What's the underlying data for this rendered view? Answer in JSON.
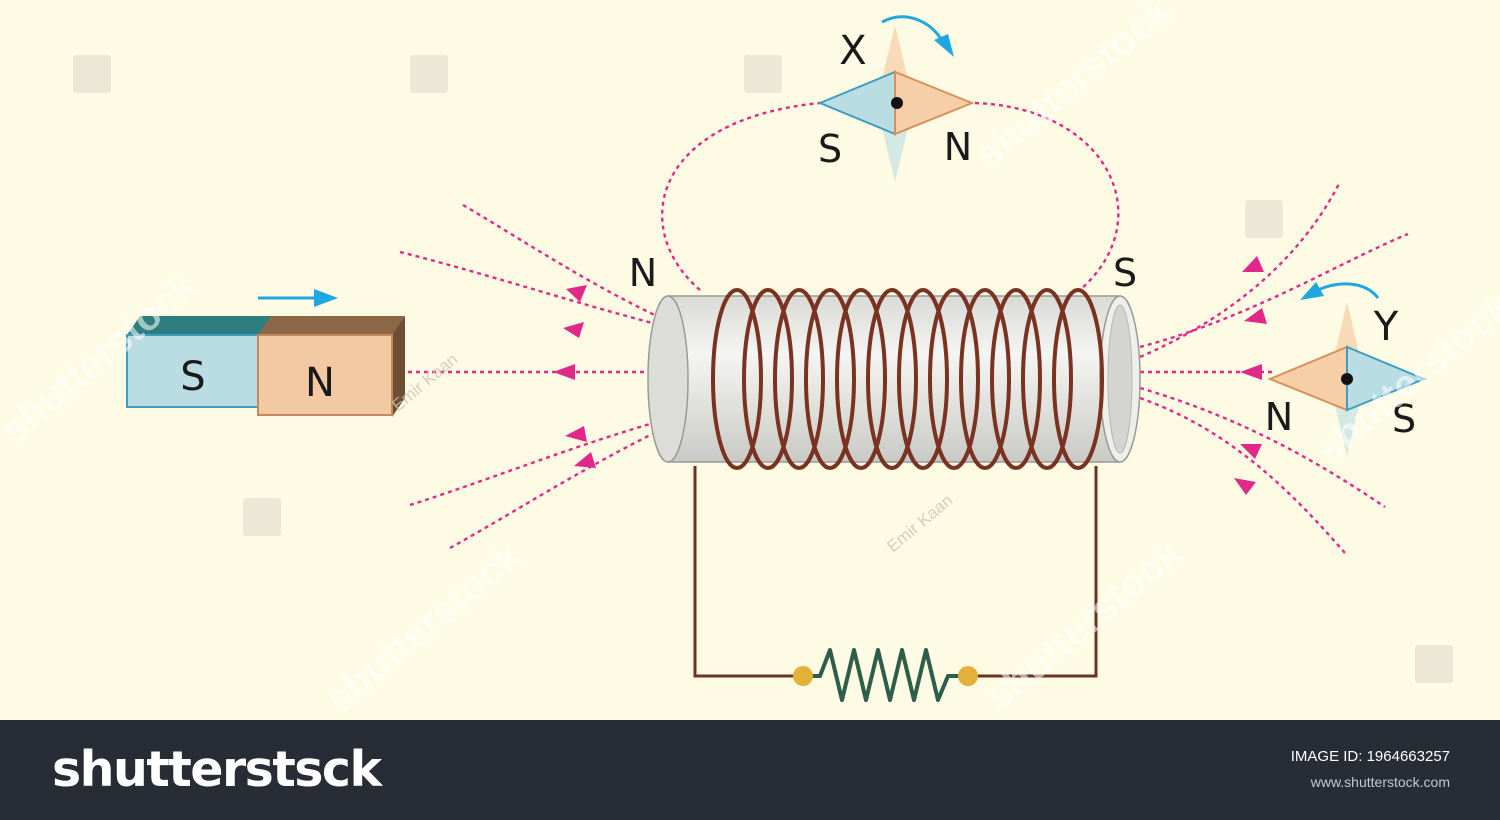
{
  "diagram": {
    "bar_magnet": {
      "south_label": "S",
      "north_label": "N"
    },
    "solenoid": {
      "left_pole": "N",
      "right_pole": "S"
    },
    "compass_top": {
      "tag": "X",
      "left_label": "S",
      "right_label": "N"
    },
    "compass_right": {
      "tag": "Y",
      "left_label": "N",
      "right_label": "S"
    }
  },
  "watermark": {
    "brand": "shutterstock",
    "author": "Emir Kaan"
  },
  "footer": {
    "logo": "shutterstsck",
    "image_id": "IMAGE ID: 1964663257",
    "url": "www.shutterstock.com"
  },
  "colors": {
    "field_line": "#e0298a",
    "arrow_blue": "#1ea7e0",
    "coil": "#7a3320",
    "circuit_wire": "#6b3322",
    "resistor": "#2d5e4a",
    "magnet_s": "#b9dde3",
    "magnet_n": "#f3c9a4",
    "background": "#fdfbe3",
    "footer": "#282c35"
  }
}
